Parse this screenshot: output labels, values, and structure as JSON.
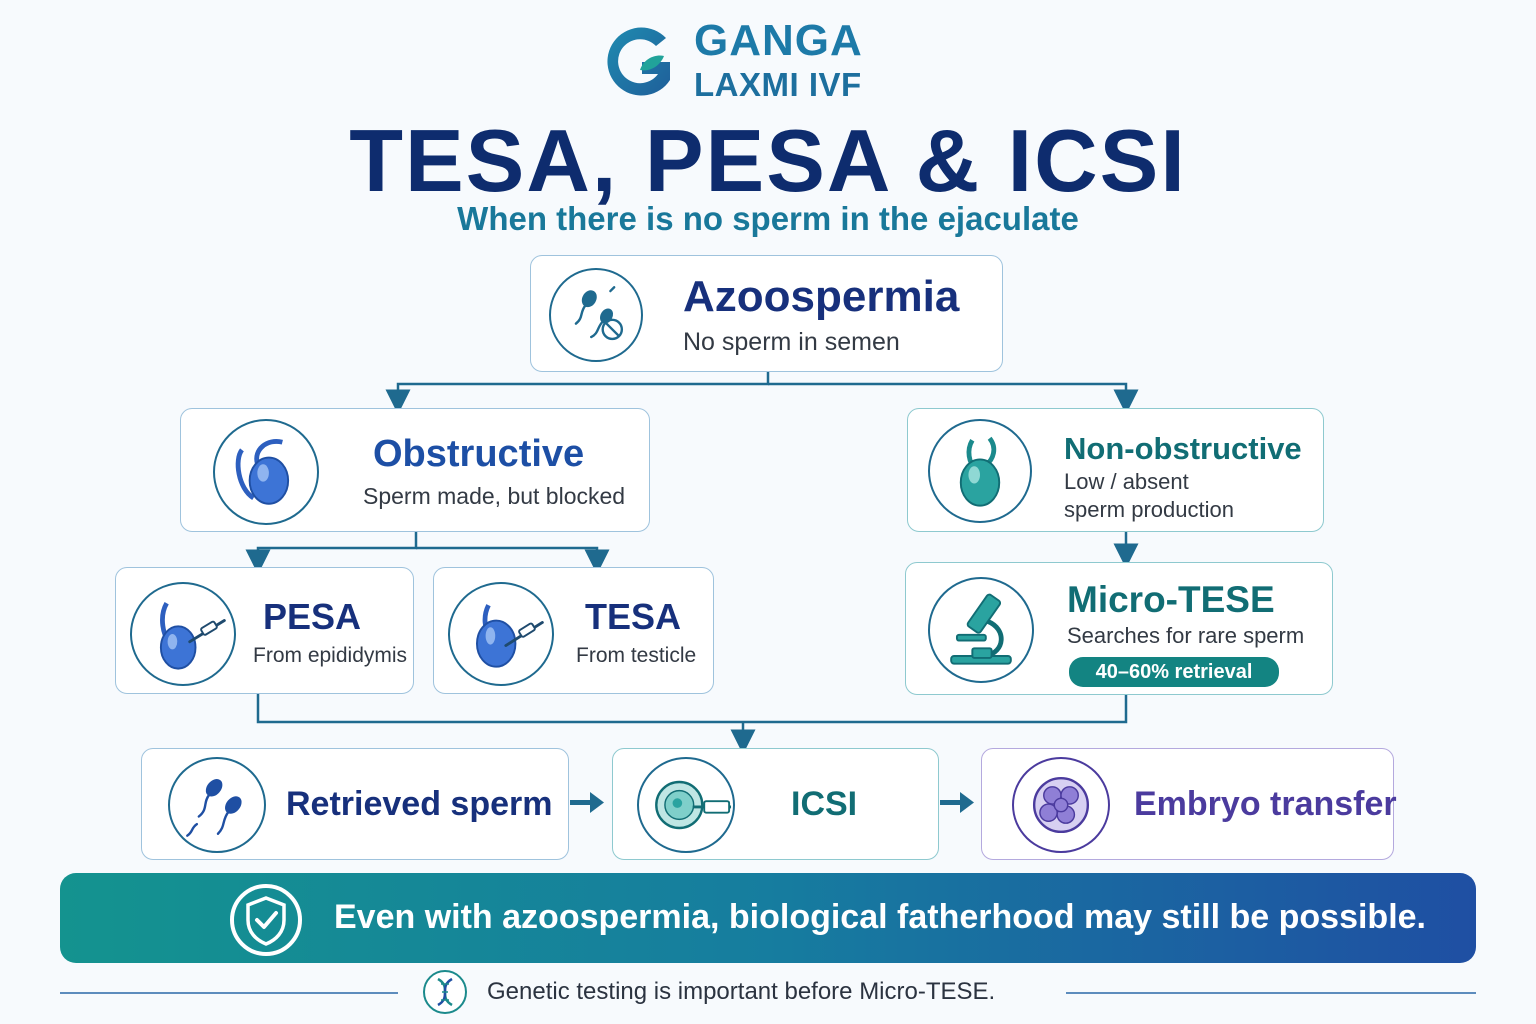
{
  "header": {
    "logo_line1": "GANGA",
    "logo_line2": "LAXMI IVF",
    "title": "TESA, PESA & ICSI",
    "subtitle": "When there is no sperm in the ejaculate"
  },
  "nodes": {
    "azoospermia": {
      "title": "Azoospermia",
      "desc": "No sperm in semen",
      "icon": "sperm-blocked-icon"
    },
    "obstructive": {
      "title": "Obstructive",
      "desc": "Sperm made, but blocked",
      "icon": "testis-icon"
    },
    "non_obstructive": {
      "title": "Non-obstructive",
      "desc_line1": "Low / absent",
      "desc_line2": "sperm production",
      "icon": "testis-icon"
    },
    "pesa": {
      "title": "PESA",
      "desc": "From epididymis",
      "icon": "needle-epididymis-icon"
    },
    "tesa": {
      "title": "TESA",
      "desc": "From testicle",
      "icon": "needle-testicle-icon"
    },
    "micro_tese": {
      "title": "Micro-TESE",
      "desc": "Searches for rare sperm",
      "badge": "40–60% retrieval",
      "icon": "microscope-icon"
    },
    "retrieved": {
      "title": "Retrieved sperm",
      "icon": "sperm-icon"
    },
    "icsi": {
      "title": "ICSI",
      "icon": "egg-injection-icon"
    },
    "embryo": {
      "title": "Embryo transfer",
      "icon": "embryo-icon"
    }
  },
  "banner": {
    "text": "Even with azoospermia, biological fatherhood may still be possible.",
    "icon": "shield-check-icon"
  },
  "footer": {
    "text": "Genetic testing is important before Micro-TESE.",
    "icon": "dna-icon"
  },
  "colors": {
    "navy": "#0e2c6e",
    "teal": "#19789a",
    "connector": "#1f6a8f",
    "banner_start": "#14938f",
    "banner_end": "#1f4fa3"
  }
}
